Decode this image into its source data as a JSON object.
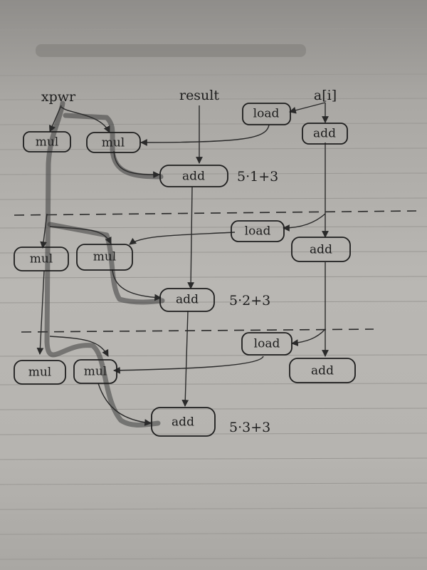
{
  "columns": {
    "xpwr": "xpwr",
    "result": "result",
    "a": "a[i]"
  },
  "iterations": [
    {
      "mul_left": "mul",
      "mul_right": "mul",
      "add_result": "add",
      "load": "load",
      "add_a": "add",
      "formula": "5·1+3"
    },
    {
      "mul_left": "mul",
      "mul_right": "mul",
      "add_result": "add",
      "load": "load",
      "add_a": "add",
      "formula": "5·2+3"
    },
    {
      "mul_left": "mul",
      "mul_right": "mul",
      "add_result": "add",
      "load": "load",
      "add_a": "add",
      "formula": "5·3+3"
    }
  ],
  "colors": {
    "ink": "#1e1e1e",
    "paper": "#b6b4b0",
    "critical_path": "#3e3e3e"
  }
}
